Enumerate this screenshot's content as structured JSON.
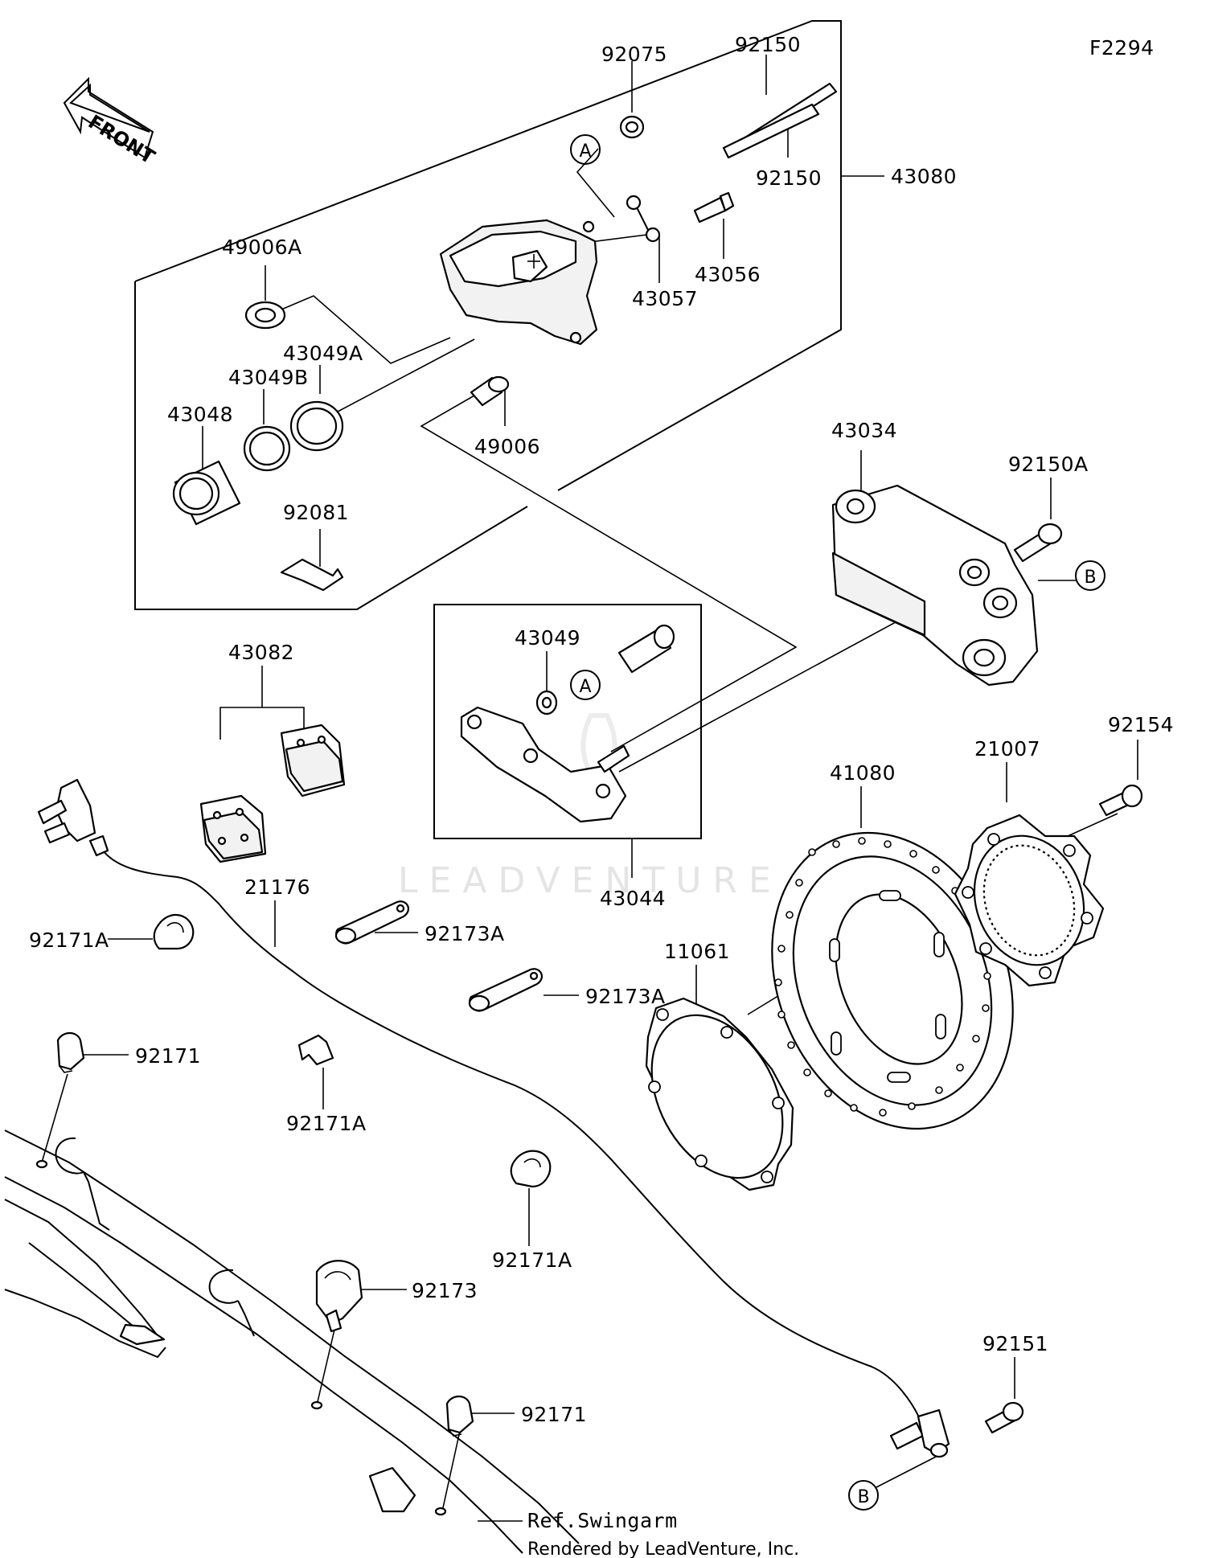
{
  "diagram": {
    "code": "F2294",
    "front_label": "FRONT",
    "ref_label": "Ref.Swingarm",
    "credit": "Rendered by LeadVenture, Inc.",
    "watermark": "LEADVENTURE",
    "callouts": {
      "a1": "A",
      "a2": "A",
      "b1": "B",
      "b2": "B"
    },
    "parts": {
      "p92075": "92075",
      "p92150_top": "92150",
      "p92150_bottom": "92150",
      "p43080": "43080",
      "p49006A": "49006A",
      "p43057": "43057",
      "p43056": "43056",
      "p43049A": "43049A",
      "p43049B": "43049B",
      "p43048": "43048",
      "p49006": "49006",
      "p92081": "92081",
      "p43034": "43034",
      "p92150A": "92150A",
      "p43082": "43082",
      "p43049": "43049",
      "p43044": "43044",
      "p92154": "92154",
      "p21007": "21007",
      "p41080": "41080",
      "p21176": "21176",
      "p92171A_1": "92171A",
      "p92173A_1": "92173A",
      "p92173A_2": "92173A",
      "p11061": "11061",
      "p92171_1": "92171",
      "p92171A_2": "92171A",
      "p92171A_3": "92171A",
      "p92173": "92173",
      "p92171_2": "92171",
      "p92151": "92151"
    }
  },
  "colors": {
    "line": "#000000",
    "background": "#ffffff",
    "watermark": "#e4e4e4"
  }
}
